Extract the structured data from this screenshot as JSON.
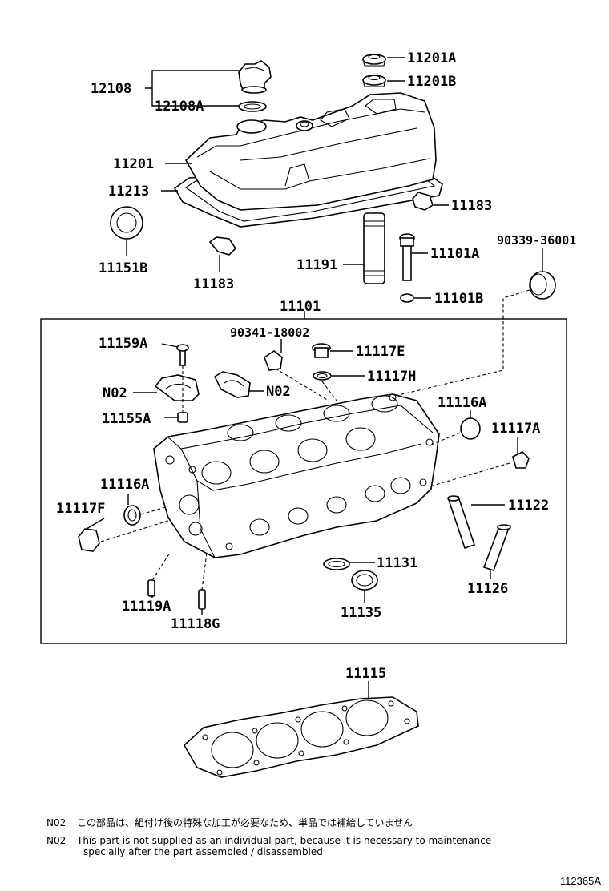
{
  "labels": {
    "l12108": "12108",
    "l12108A": "12108A",
    "l11201A": "11201A",
    "l11201B": "11201B",
    "l11201": "11201",
    "l11213": "11213",
    "l11183a": "11183",
    "l11151B": "11151B",
    "l11183b": "11183",
    "l11191": "11191",
    "l11101A": "11101A",
    "l90339": "90339-36001",
    "l11101B": "11101B",
    "l11101": "11101",
    "l11159A": "11159A",
    "l90341": "90341-18002",
    "l11117E": "11117E",
    "l11117H": "11117H",
    "lN02a": "N02",
    "lN02b": "N02",
    "l11116Aa": "11116A",
    "l11155A": "11155A",
    "l11117A": "11117A",
    "l11116Ab": "11116A",
    "l11117F": "11117F",
    "l11122": "11122",
    "l11131": "11131",
    "l11126": "11126",
    "l11119A": "11119A",
    "l11135": "11135",
    "l11118G": "11118G",
    "l11115": "11115"
  },
  "notes": {
    "n1_key": "N02",
    "n1_text": "この部品は、組付け後の特殊な加工が必要なため、単品では補給していません",
    "n2_key": "N02",
    "n2_text_line1": "This part is not supplied as an individual part, because it is necessary to maintenance",
    "n2_text_line2": "specially after the part assembled / disassembled"
  },
  "doc_code": "112365A"
}
